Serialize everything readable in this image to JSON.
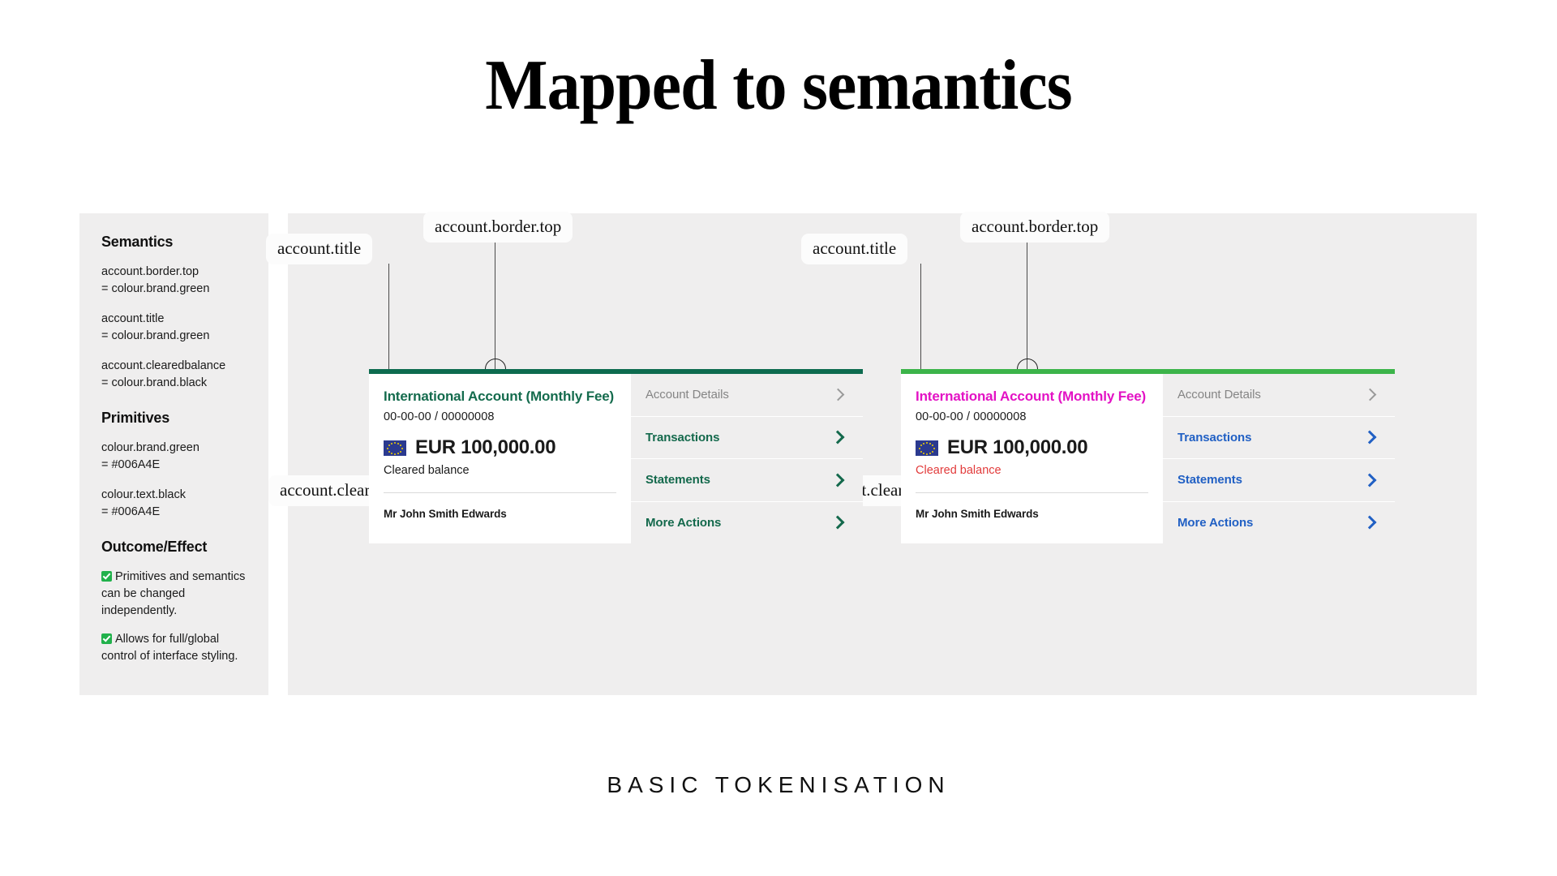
{
  "page": {
    "title": "Mapped to semantics",
    "caption": "BASIC TOKENISATION"
  },
  "side_panel": {
    "semantics_heading": "Semantics",
    "semantics": [
      "account.border.top\n= colour.brand.green",
      "account.title\n= colour.brand.green",
      "account.clearedbalance\n= colour.brand.black"
    ],
    "primitives_heading": "Primitives",
    "primitives": [
      "colour.brand.green\n= #006A4E",
      "colour.text.black\n= #006A4E"
    ],
    "outcome_heading": "Outcome/Effect",
    "outcomes": [
      "Primitives and semantics can be changed independently.",
      "Allows for full/global control of interface styling."
    ]
  },
  "annotations": {
    "title_label": "account.title",
    "border_top_label": "account.border.top",
    "cleared_balance_label": "account.clearedbalance"
  },
  "cards": [
    {
      "id": "left",
      "border_top_colour": "#0d6b4f",
      "title": "International Account (Monthly Fee)",
      "title_colour": "#146b4d",
      "account_numbers": "00-00-00  /  00000008",
      "balance": "EUR 100,000.00",
      "cleared_label": "Cleared balance",
      "cleared_colour": "#1a1a1a",
      "holder": "Mr John Smith Edwards",
      "menu": [
        {
          "label": "Account Details",
          "style": "muted"
        },
        {
          "label": "Transactions",
          "style": "green"
        },
        {
          "label": "Statements",
          "style": "green"
        },
        {
          "label": "More Actions",
          "style": "green"
        }
      ]
    },
    {
      "id": "right",
      "border_top_colour": "#3cb44a",
      "title": "International Account (Monthly Fee)",
      "title_colour": "#e312c4",
      "account_numbers": "00-00-00  /  00000008",
      "balance": "EUR 100,000.00",
      "cleared_label": "Cleared balance",
      "cleared_colour": "#e23b3b",
      "holder": "Mr John Smith Edwards",
      "menu": [
        {
          "label": "Account Details",
          "style": "muted"
        },
        {
          "label": "Transactions",
          "style": "blue"
        },
        {
          "label": "Statements",
          "style": "blue"
        },
        {
          "label": "More Actions",
          "style": "blue"
        }
      ]
    }
  ]
}
